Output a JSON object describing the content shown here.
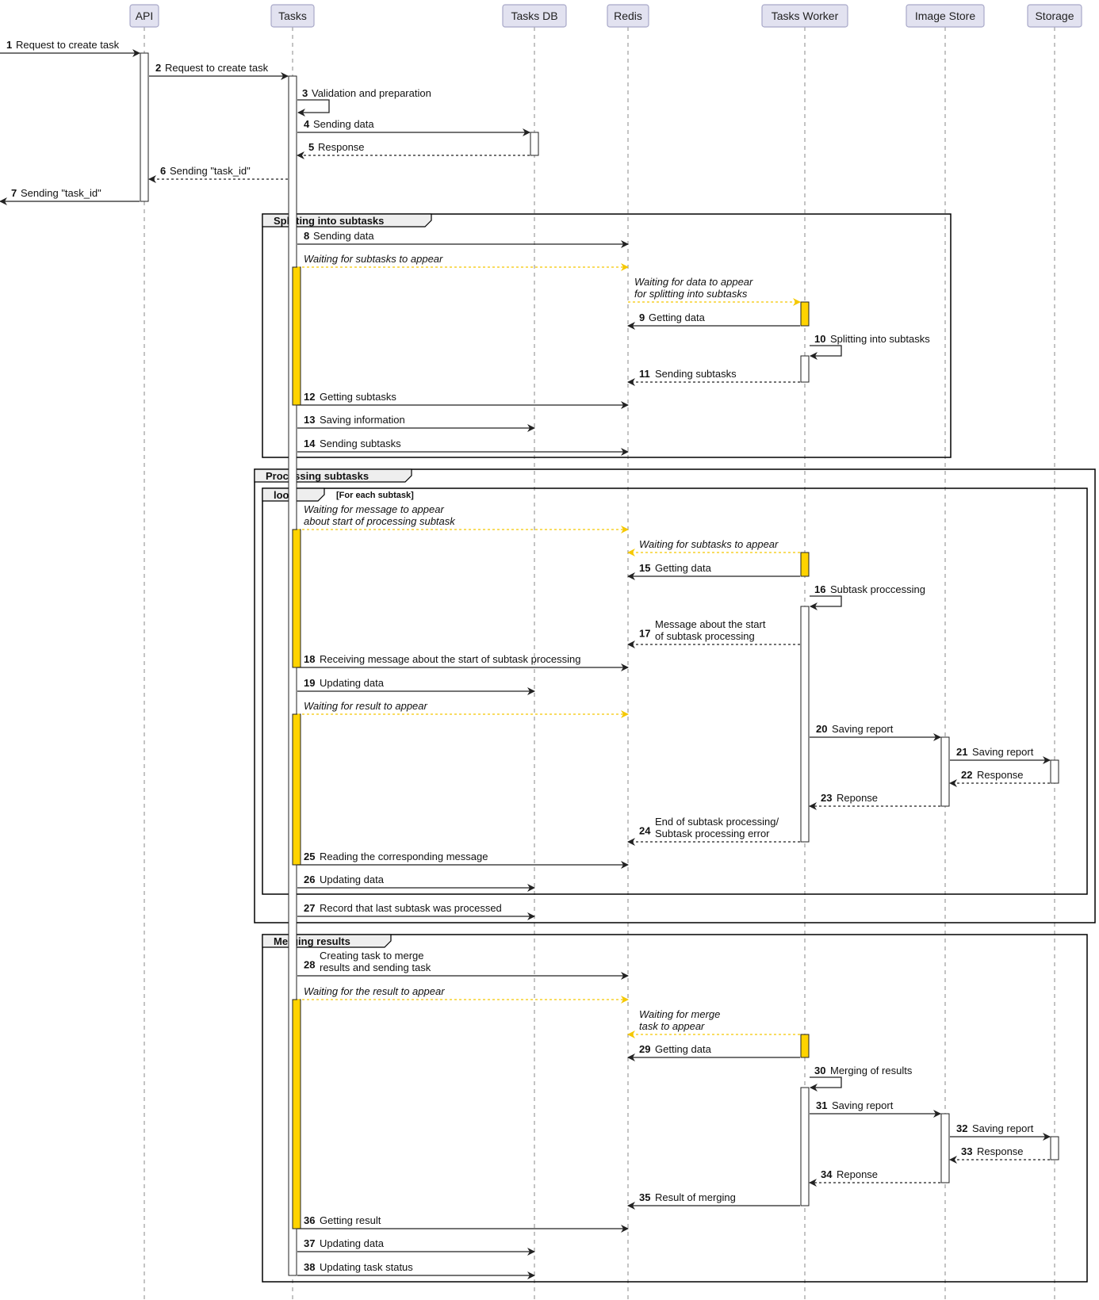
{
  "participants": [
    {
      "id": "api",
      "label": "API"
    },
    {
      "id": "tasks",
      "label": "Tasks"
    },
    {
      "id": "tasksdb",
      "label": "Tasks DB"
    },
    {
      "id": "redis",
      "label": "Redis"
    },
    {
      "id": "worker",
      "label": "Tasks Worker"
    },
    {
      "id": "imgstore",
      "label": "Image Store"
    },
    {
      "id": "storage",
      "label": "Storage"
    }
  ],
  "colors": {
    "participant_fill": "#E2E2F0",
    "participant_border": "#A8A8C8",
    "lifeline": "#888888",
    "arrow": "#222222",
    "waiting_arrow": "#F5C800",
    "waiting_activation": "#FFD300",
    "activation_fill": "#FFFFFF",
    "frame_border": "#000000",
    "frame_tab": "#EEEEEE"
  },
  "frames": [
    {
      "title": "Splitting into subtasks"
    },
    {
      "title": "Processing subtasks"
    },
    {
      "title": "loop",
      "condition": "[For each subtask]"
    },
    {
      "title": "Merging results"
    }
  ],
  "messages": [
    {
      "num": "1",
      "lines": [
        "Request to create task"
      ],
      "from": "left-edge",
      "to": "api",
      "style": "solid"
    },
    {
      "num": "2",
      "lines": [
        "Request to create task"
      ],
      "from": "api",
      "to": "tasks",
      "style": "solid"
    },
    {
      "num": "3",
      "lines": [
        "Validation and preparation"
      ],
      "from": "tasks",
      "to": "tasks",
      "style": "self"
    },
    {
      "num": "4",
      "lines": [
        "Sending data"
      ],
      "from": "tasks",
      "to": "tasksdb",
      "style": "solid"
    },
    {
      "num": "5",
      "lines": [
        "Response"
      ],
      "from": "tasksdb",
      "to": "tasks",
      "style": "dashed"
    },
    {
      "num": "6",
      "lines": [
        "Sending \"task_id\""
      ],
      "from": "tasks",
      "to": "api",
      "style": "dashed"
    },
    {
      "num": "7",
      "lines": [
        "Sending \"task_id\""
      ],
      "from": "api",
      "to": "left-edge",
      "style": "solid"
    },
    {
      "num": "8",
      "lines": [
        "Sending data"
      ],
      "from": "tasks",
      "to": "redis",
      "style": "solid"
    },
    {
      "num": "",
      "lines": [
        "Waiting for subtasks to appear"
      ],
      "from": "tasks",
      "to": "redis",
      "style": "waiting"
    },
    {
      "num": "",
      "lines": [
        "Waiting for data to appear",
        "for splitting into subtasks"
      ],
      "from": "redis",
      "to": "worker",
      "style": "waiting"
    },
    {
      "num": "9",
      "lines": [
        "Getting data"
      ],
      "from": "worker",
      "to": "redis",
      "style": "solid"
    },
    {
      "num": "10",
      "lines": [
        "Splitting into subtasks"
      ],
      "from": "worker",
      "to": "worker",
      "style": "self"
    },
    {
      "num": "11",
      "lines": [
        "Sending subtasks"
      ],
      "from": "worker",
      "to": "redis",
      "style": "dashed"
    },
    {
      "num": "12",
      "lines": [
        "Getting subtasks"
      ],
      "from": "tasks",
      "to": "redis",
      "style": "solid"
    },
    {
      "num": "13",
      "lines": [
        "Saving information"
      ],
      "from": "tasks",
      "to": "tasksdb",
      "style": "solid"
    },
    {
      "num": "14",
      "lines": [
        "Sending subtasks"
      ],
      "from": "tasks",
      "to": "redis",
      "style": "solid"
    },
    {
      "num": "",
      "lines": [
        "Waiting for message to appear",
        "about start of processing subtask"
      ],
      "from": "tasks",
      "to": "redis",
      "style": "waiting"
    },
    {
      "num": "",
      "lines": [
        "Waiting for subtasks to appear"
      ],
      "from": "worker",
      "to": "redis",
      "style": "waiting"
    },
    {
      "num": "15",
      "lines": [
        "Getting data"
      ],
      "from": "worker",
      "to": "redis",
      "style": "solid"
    },
    {
      "num": "16",
      "lines": [
        "Subtask proccessing"
      ],
      "from": "worker",
      "to": "worker",
      "style": "self"
    },
    {
      "num": "17",
      "lines": [
        "Message about the start",
        "of subtask processing"
      ],
      "from": "worker",
      "to": "redis",
      "style": "dashed"
    },
    {
      "num": "18",
      "lines": [
        "Receiving message about the start of subtask processing"
      ],
      "from": "tasks",
      "to": "redis",
      "style": "solid"
    },
    {
      "num": "19",
      "lines": [
        "Updating data"
      ],
      "from": "tasks",
      "to": "tasksdb",
      "style": "solid"
    },
    {
      "num": "",
      "lines": [
        "Waiting for result to appear"
      ],
      "from": "tasks",
      "to": "redis",
      "style": "waiting"
    },
    {
      "num": "20",
      "lines": [
        "Saving report"
      ],
      "from": "worker",
      "to": "imgstore",
      "style": "solid"
    },
    {
      "num": "21",
      "lines": [
        "Saving report"
      ],
      "from": "imgstore",
      "to": "storage",
      "style": "solid"
    },
    {
      "num": "22",
      "lines": [
        "Response"
      ],
      "from": "storage",
      "to": "imgstore",
      "style": "dashed"
    },
    {
      "num": "23",
      "lines": [
        "Reponse"
      ],
      "from": "imgstore",
      "to": "worker",
      "style": "dashed"
    },
    {
      "num": "24",
      "lines": [
        "End of subtask processing/",
        "Subtask processing error"
      ],
      "from": "worker",
      "to": "redis",
      "style": "dashed"
    },
    {
      "num": "25",
      "lines": [
        "Reading the corresponding message"
      ],
      "from": "tasks",
      "to": "redis",
      "style": "solid"
    },
    {
      "num": "26",
      "lines": [
        "Updating data"
      ],
      "from": "tasks",
      "to": "tasksdb",
      "style": "solid"
    },
    {
      "num": "27",
      "lines": [
        "Record that last subtask was processed"
      ],
      "from": "tasks",
      "to": "tasksdb",
      "style": "solid"
    },
    {
      "num": "28",
      "lines": [
        "Creating task to merge",
        " results and sending task"
      ],
      "from": "tasks",
      "to": "redis",
      "style": "solid"
    },
    {
      "num": "",
      "lines": [
        "Waiting for the result to appear"
      ],
      "from": "tasks",
      "to": "redis",
      "style": "waiting"
    },
    {
      "num": "",
      "lines": [
        "Waiting for merge",
        "task to appear"
      ],
      "from": "worker",
      "to": "redis",
      "style": "waiting"
    },
    {
      "num": "29",
      "lines": [
        "Getting data"
      ],
      "from": "worker",
      "to": "redis",
      "style": "solid"
    },
    {
      "num": "30",
      "lines": [
        "Merging of results"
      ],
      "from": "worker",
      "to": "worker",
      "style": "self"
    },
    {
      "num": "31",
      "lines": [
        "Saving report"
      ],
      "from": "worker",
      "to": "imgstore",
      "style": "solid"
    },
    {
      "num": "32",
      "lines": [
        "Saving report"
      ],
      "from": "imgstore",
      "to": "storage",
      "style": "solid"
    },
    {
      "num": "33",
      "lines": [
        "Response"
      ],
      "from": "storage",
      "to": "imgstore",
      "style": "dashed"
    },
    {
      "num": "34",
      "lines": [
        "Reponse"
      ],
      "from": "imgstore",
      "to": "worker",
      "style": "dashed"
    },
    {
      "num": "35",
      "lines": [
        "Result of merging"
      ],
      "from": "worker",
      "to": "redis",
      "style": "solid"
    },
    {
      "num": "36",
      "lines": [
        "Getting result"
      ],
      "from": "tasks",
      "to": "redis",
      "style": "solid"
    },
    {
      "num": "37",
      "lines": [
        "Updating data"
      ],
      "from": "tasks",
      "to": "tasksdb",
      "style": "solid"
    },
    {
      "num": "38",
      "lines": [
        "Updating task status"
      ],
      "from": "tasks",
      "to": "tasksdb",
      "style": "solid"
    }
  ]
}
